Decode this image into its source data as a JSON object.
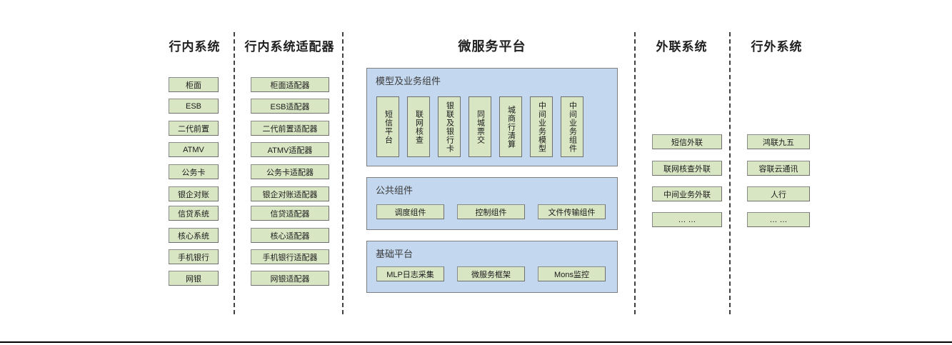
{
  "diagram": {
    "title_hidden": "",
    "colors": {
      "leaf_fill": "#d9e6c4",
      "leaf_border": "#6e6e6e",
      "panel_fill": "#c3d7ee",
      "panel_border": "#7e7e7e",
      "separator": "#3f3f3f",
      "text": "#1a1a1a"
    },
    "columns": [
      {
        "id": "in-bank-systems",
        "heading": "行内系统",
        "items": [
          "柜面",
          "ESB",
          "二代前置",
          "ATMV",
          "公务卡",
          "银企对账",
          "信贷系统",
          "核心系统",
          "手机银行",
          "网银"
        ]
      },
      {
        "id": "in-bank-adapters",
        "heading": "行内系统适配器",
        "items": [
          "柜面适配器",
          "ESB适配器",
          "二代前置适配器",
          "ATMV适配器",
          "公务卡适配器",
          "银企对账适配器",
          "信贷适配器",
          "核心适配器",
          "手机银行适配器",
          "网银适配器"
        ]
      },
      {
        "id": "external-link-systems",
        "heading": "外联系统",
        "items": [
          "短信外联",
          "联网核查外联",
          "中间业务外联",
          "… …"
        ]
      },
      {
        "id": "out-bank-systems",
        "heading": "行外系统",
        "items": [
          "鸿联九五",
          "容联云通讯",
          "人行",
          "… …"
        ]
      }
    ],
    "platform": {
      "heading": "微服务平台",
      "groups": [
        {
          "id": "model-and-business-components",
          "title": "模型及业务组件",
          "orientation": "vertical",
          "items": [
            "短信平台",
            "联网核查",
            "银联及银行卡",
            "同城票交",
            "城商行清算",
            "中间业务模型",
            "中间业务组件"
          ]
        },
        {
          "id": "public-components",
          "title": "公共组件",
          "orientation": "horizontal",
          "items": [
            "调度组件",
            "控制组件",
            "文件传输组件"
          ]
        },
        {
          "id": "base-platform",
          "title": "基础平台",
          "orientation": "horizontal",
          "items": [
            "MLP日志采集",
            "微服务框架",
            "Mons监控"
          ]
        }
      ]
    }
  }
}
